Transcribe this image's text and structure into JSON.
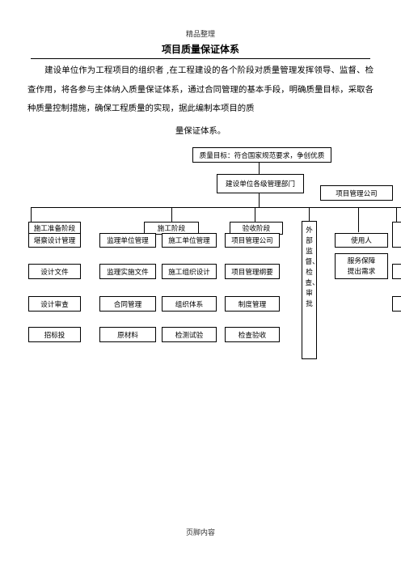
{
  "header": "精品整理",
  "title": "项目质量保证体系",
  "paragraph_body": "建设单位作为工程项目的组织者 ,在工程建设的各个阶段对质量管理发挥领导、监督、检查作用，将各参与主体纳入质量保证体系，通过合同管理的基本手段，明确质量目标，采取各种质量控制措施，确保工程质量的实现，据此编制本项目的质",
  "paragraph_end": "量保证体系。",
  "chart": {
    "goal": "质量目标：符合国家规范要求，争创优质",
    "dept": "建设单位各级管理部门",
    "pm_company": "项目管理公司",
    "phases": {
      "prep": "施工准备阶段",
      "construction": "施工阶段",
      "acceptance": "验收阶段"
    },
    "col_prep": [
      "堪察设计管理",
      "设计文件",
      "设计审查",
      "招标投"
    ],
    "col_supervision": [
      "监理单位管理",
      "监理实施文件",
      "合同管理",
      "原材料"
    ],
    "col_contractor": [
      "施工单位管理",
      "施工组织设计",
      "组织体系",
      "检测试验"
    ],
    "col_pm": [
      "项目管理公司",
      "项目管理纲要",
      "制度管理",
      "检查验收"
    ],
    "external": "外部监督、检查、审批",
    "user": "使用人",
    "service": "服务保障",
    "demand": "提出需求"
  },
  "footer": "页脚内容"
}
